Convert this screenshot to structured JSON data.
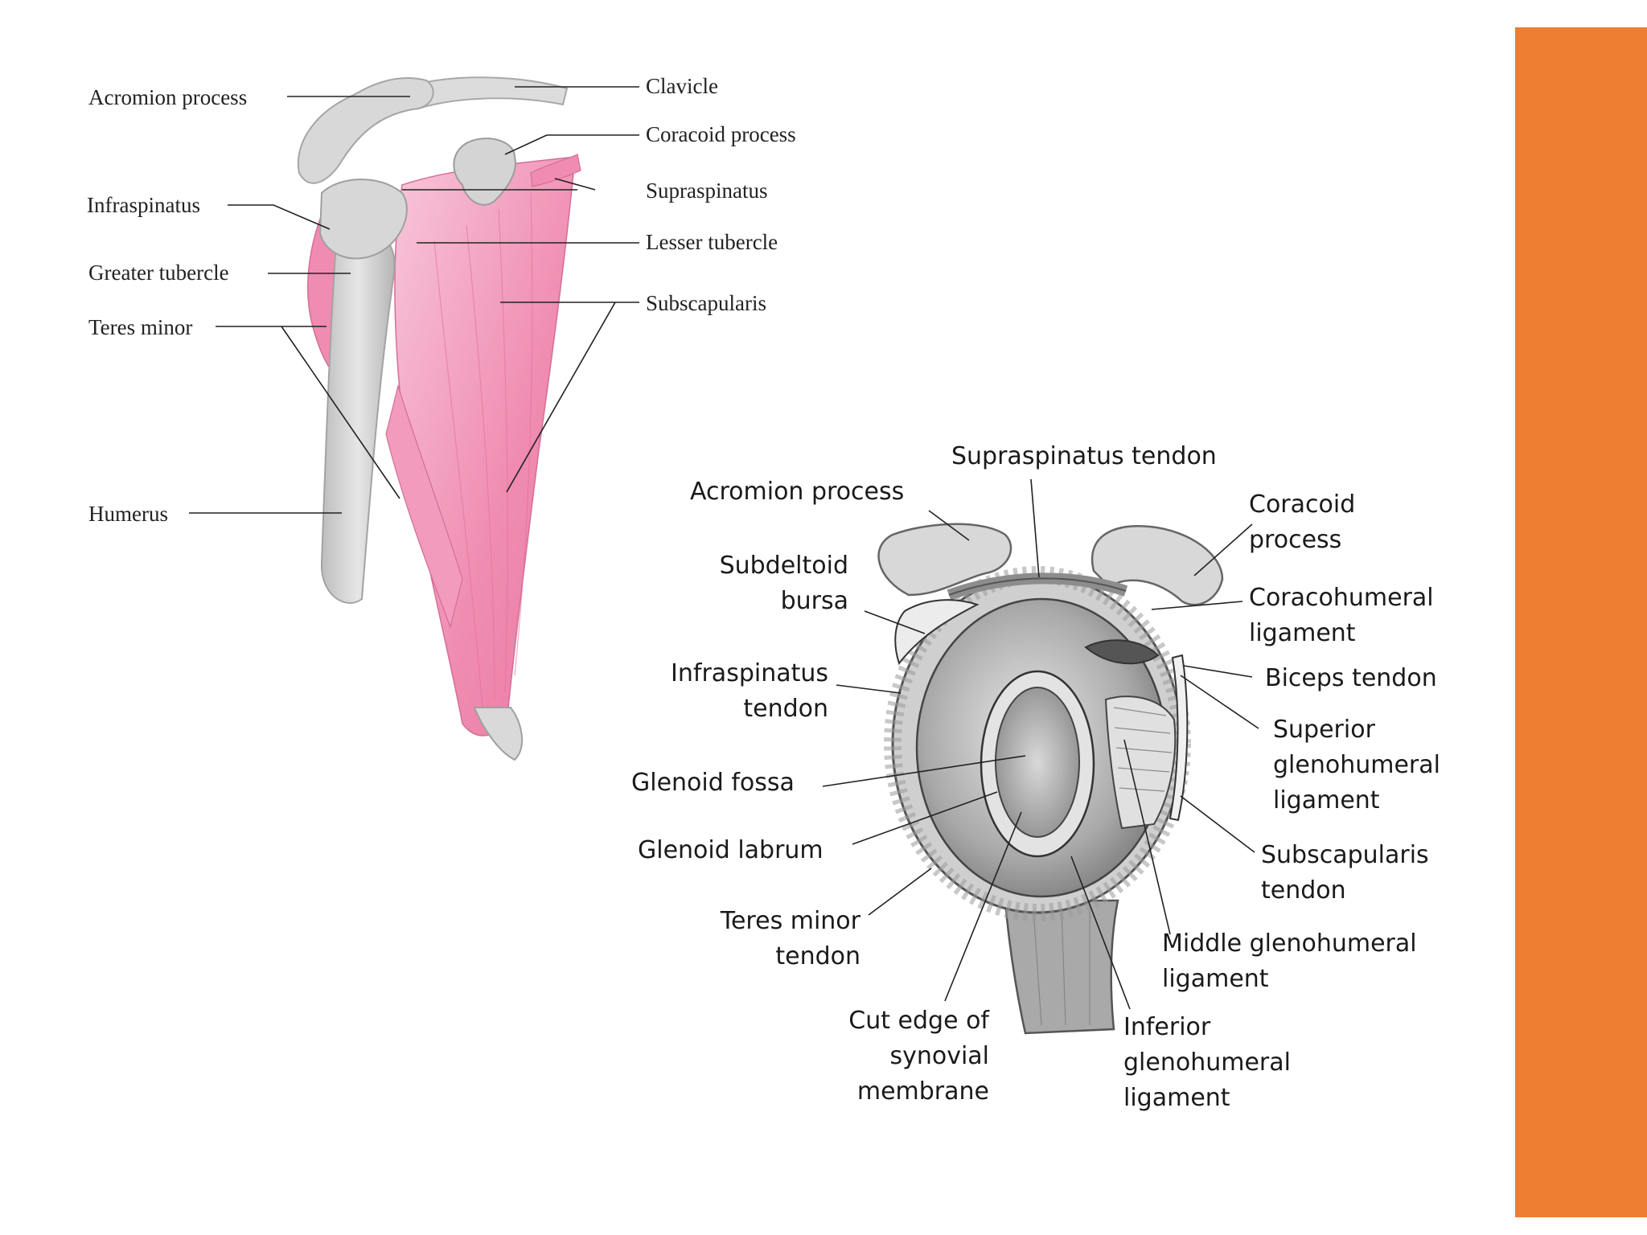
{
  "colors": {
    "accent_bar": "#ED7D31",
    "muscle": "#F08CB1",
    "muscle_light": "#F7C6DA",
    "bone": "#DCDCDC",
    "bone_shadow": "#B8B8B8",
    "leader_line": "#222222"
  },
  "figure_a": {
    "labels": {
      "acromion_process": "Acromion process",
      "clavicle": "Clavicle",
      "coracoid_process": "Coracoid process",
      "infraspinatus": "Infraspinatus",
      "supraspinatus": "Supraspinatus",
      "lesser_tubercle": "Lesser tubercle",
      "greater_tubercle": "Greater tubercle",
      "subscapularis": "Subscapularis",
      "teres_minor": "Teres minor",
      "humerus": "Humerus"
    }
  },
  "figure_b": {
    "labels": {
      "supraspinatus_tendon": [
        "Supraspinatus tendon"
      ],
      "acromion_process": [
        "Acromion process"
      ],
      "coracoid_process": [
        "Coracoid",
        "process"
      ],
      "subdeltoid_bursa": [
        "Subdeltoid",
        "bursa"
      ],
      "coracohumeral_ligament": [
        "Coracohumeral",
        "ligament"
      ],
      "infraspinatus_tendon": [
        "Infraspinatus",
        "tendon"
      ],
      "biceps_tendon": [
        "Biceps tendon"
      ],
      "superior_glenohumeral_ligament": [
        "Superior",
        "glenohumeral",
        "ligament"
      ],
      "glenoid_fossa": [
        "Glenoid fossa"
      ],
      "glenoid_labrum": [
        "Glenoid labrum"
      ],
      "subscapularis_tendon": [
        "Subscapularis",
        "tendon"
      ],
      "teres_minor_tendon": [
        "Teres minor",
        "tendon"
      ],
      "middle_glenohumeral_ligament": [
        "Middle glenohumeral",
        "ligament"
      ],
      "cut_edge_synovial_membrane": [
        "Cut edge of",
        "synovial",
        "membrane"
      ],
      "inferior_glenohumeral_ligament": [
        "Inferior",
        "glenohumeral",
        "ligament"
      ]
    }
  }
}
